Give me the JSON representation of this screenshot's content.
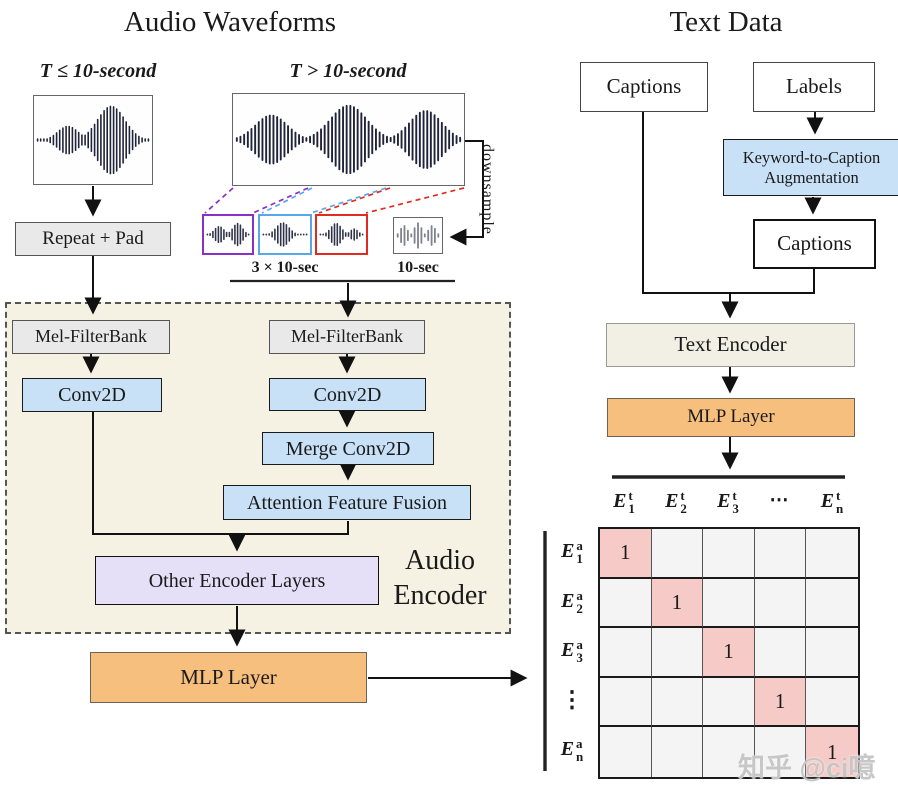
{
  "audio": {
    "title": "Audio Waveforms",
    "short_branch_label": "T ≤ 10-second",
    "long_branch_label": "T > 10-second",
    "repeat_pad": "Repeat + Pad",
    "downsample_label": "downsample",
    "segments_label": "3 × 10-sec",
    "downsampled_label": "10-sec",
    "mel_filterbank_left": "Mel-FilterBank",
    "mel_filterbank_right": "Mel-FilterBank",
    "conv2d_left": "Conv2D",
    "conv2d_right": "Conv2D",
    "merge_conv2d": "Merge Conv2D",
    "attention_feature_fusion": "Attention Feature Fusion",
    "other_encoder_layers": "Other Encoder Layers",
    "encoder_label_line1": "Audio",
    "encoder_label_line2": "Encoder",
    "mlp_layer": "MLP Layer"
  },
  "text": {
    "title": "Text Data",
    "captions_top": "Captions",
    "labels": "Labels",
    "keyword_to_caption_line1": "Keyword-to-Caption",
    "keyword_to_caption_line2": "Augmentation",
    "captions_augmented": "Captions",
    "text_encoder": "Text Encoder",
    "mlp_layer": "MLP Layer"
  },
  "similarity_matrix": {
    "symbol": "E",
    "col_superscript": "t",
    "row_superscript": "a",
    "col_subscripts": [
      "1",
      "2",
      "3",
      "n"
    ],
    "row_subscripts": [
      "1",
      "2",
      "3",
      "n"
    ],
    "col_dots": "⋯",
    "row_dots": "⋮",
    "grid": [
      [
        "1",
        "",
        "",
        "",
        ""
      ],
      [
        "",
        "1",
        "",
        "",
        ""
      ],
      [
        "",
        "",
        "1",
        "",
        ""
      ],
      [
        "",
        "",
        "",
        "1",
        ""
      ],
      [
        "",
        "",
        "",
        "",
        "1"
      ]
    ]
  },
  "watermark": "知乎 @ci噫",
  "colors": {
    "box_blue": "#c8e1f7",
    "box_orange": "#f7bf7e",
    "box_lavender": "#e5dff8",
    "box_gray": "#e9e9e9",
    "encoder_background": "#f6f2e3",
    "text_encoder_background": "#f2efe4",
    "matrix_diagonal_pink": "#f6cac7",
    "matrix_cell_background": "#f4f4f4",
    "segment_purple": "#8b2fc9",
    "segment_blue": "#56a8e8",
    "segment_red": "#e02b20",
    "waveform_dark": "#20243a",
    "waveform_gray": "#7d828c"
  }
}
